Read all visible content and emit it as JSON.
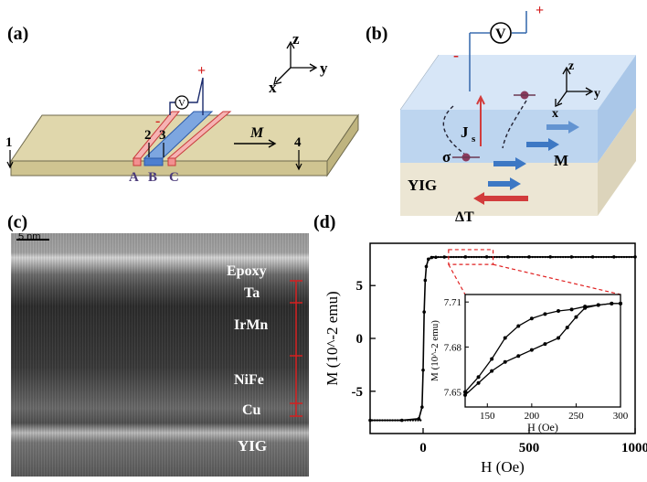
{
  "panel_labels": {
    "a": "(a)",
    "b": "(b)",
    "c": "(c)",
    "d": "(d)"
  },
  "panel_a": {
    "voltmeter": "V",
    "plus": "+",
    "minus": "-",
    "axes": {
      "z": "z",
      "x": "x",
      "y": "y"
    },
    "numbers": [
      "1",
      "2",
      "3",
      "4"
    ],
    "strips": [
      "A",
      "B",
      "C"
    ],
    "magnetization": "M"
  },
  "panel_b": {
    "voltmeter": "V",
    "plus": "+",
    "minus": "-",
    "axes": {
      "z": "z",
      "x": "x",
      "y": "y"
    },
    "js": "J",
    "js_sub": "s",
    "sigma": "σ",
    "magnetization": "M",
    "yig": "YIG",
    "gradient": "ΔT"
  },
  "panel_c": {
    "scale_bar": "5 nm",
    "layers": [
      "Epoxy",
      "Ta",
      "IrMn",
      "NiFe",
      "Cu",
      "YIG"
    ]
  },
  "chart_data": [
    {
      "type": "line",
      "xlabel": "H (Oe)",
      "ylabel": "M (10^-2 emu)",
      "xlim": [
        -250,
        1000
      ],
      "ylim": [
        -9,
        9
      ],
      "xticks": [
        0,
        500,
        1000
      ],
      "yticks": [
        -5,
        0,
        5
      ],
      "series": [
        {
          "x": [
            -250,
            -100,
            -20,
            -5,
            0,
            5,
            10,
            15,
            25,
            40,
            60,
            100,
            200,
            300,
            400,
            500,
            600,
            700,
            800,
            900,
            1000
          ],
          "y": [
            -7.75,
            -7.75,
            -7.6,
            -6.5,
            -3.0,
            2.5,
            5.5,
            6.8,
            7.5,
            7.65,
            7.68,
            7.7,
            7.71,
            7.71,
            7.71,
            7.71,
            7.71,
            7.71,
            7.71,
            7.71,
            7.71
          ]
        }
      ]
    },
    {
      "type": "line",
      "xlabel": "H (Oe)",
      "ylabel": "M (10^-2 emu)",
      "xlim": [
        125,
        300
      ],
      "ylim": [
        7.64,
        7.715
      ],
      "xticks": [
        150,
        200,
        250,
        300
      ],
      "yticks": [
        7.65,
        7.68,
        7.71
      ],
      "series": [
        {
          "x": [
            125,
            140,
            155,
            170,
            185,
            200,
            215,
            230,
            245,
            260,
            275,
            290,
            300
          ],
          "y": [
            7.65,
            7.66,
            7.672,
            7.686,
            7.694,
            7.699,
            7.702,
            7.704,
            7.705,
            7.707,
            7.708,
            7.709,
            7.709
          ]
        },
        {
          "x": [
            125,
            140,
            155,
            170,
            185,
            200,
            215,
            230,
            240,
            250,
            260,
            275,
            290,
            300
          ],
          "y": [
            7.648,
            7.656,
            7.664,
            7.67,
            7.674,
            7.678,
            7.682,
            7.686,
            7.693,
            7.7,
            7.706,
            7.708,
            7.709,
            7.709
          ]
        }
      ]
    }
  ]
}
